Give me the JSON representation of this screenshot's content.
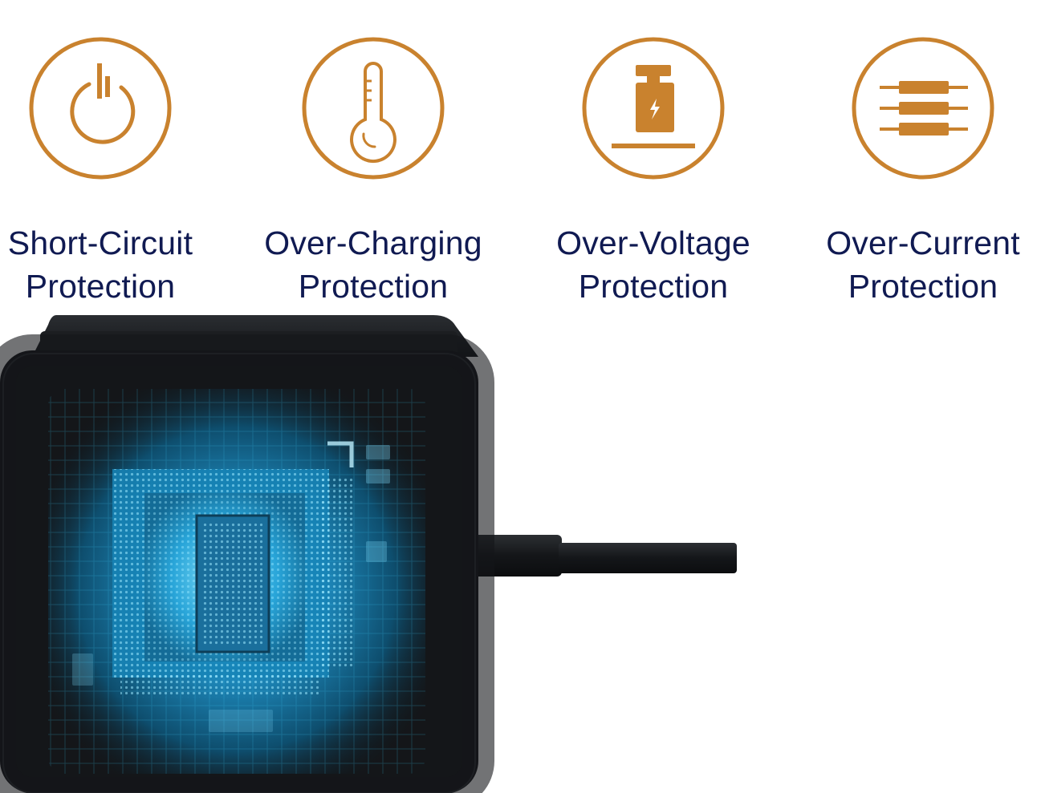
{
  "colors": {
    "accent": "#c9822e",
    "text": "#101a52",
    "device": "#141619",
    "chip_glow": "#2fb6e6"
  },
  "features": [
    {
      "icon": "power-icon",
      "line1": "Short-Circuit",
      "line2": "Protection"
    },
    {
      "icon": "thermometer-icon",
      "line1": "Over-Charging",
      "line2": "Protection"
    },
    {
      "icon": "weight-battery-icon",
      "line1": "Over-Voltage",
      "line2": "Protection"
    },
    {
      "icon": "resistor-current-icon",
      "line1": "Over-Current",
      "line2": "Protection"
    }
  ]
}
